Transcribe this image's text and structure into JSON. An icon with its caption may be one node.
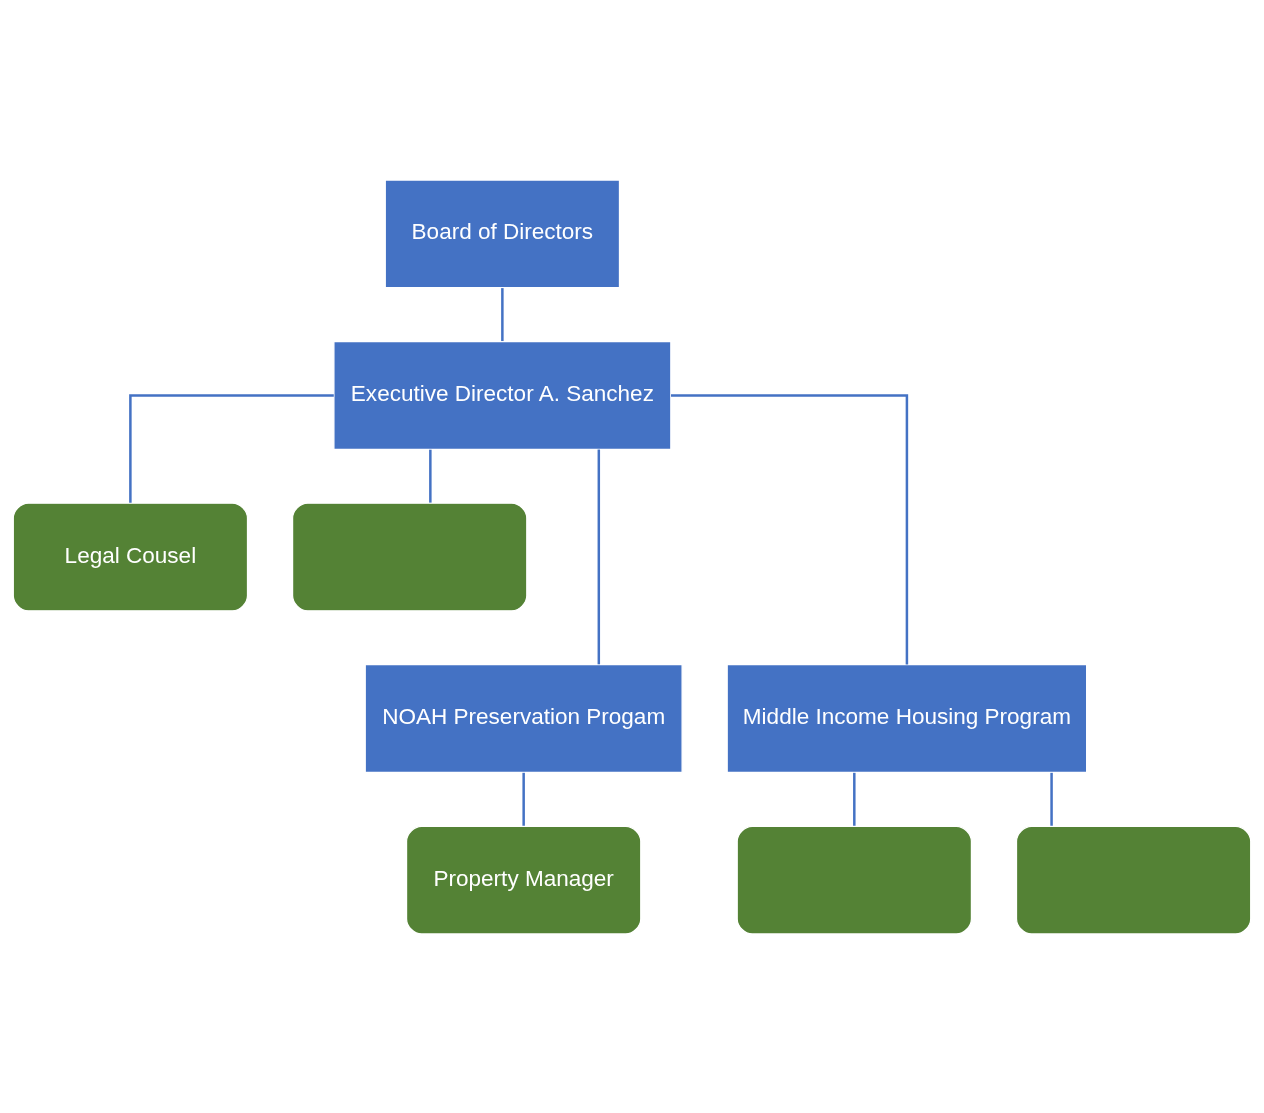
{
  "diagram": {
    "nodes": [
      {
        "text": [
          "Board of Directors"
        ]
      },
      {
        "text": [
          "Executive Director A. Sanchez"
        ]
      },
      {
        "text": [
          "Legal Cousel"
        ]
      },
      {
        "text": [],
        "shape": "box"
      },
      {
        "text": [
          "NOAH Preservation Progam"
        ]
      },
      {
        "text": [
          "Middle Income Housing Program"
        ]
      },
      {
        "text": [
          "Property Manager"
        ]
      },
      {
        "text": [],
        "shape": "box"
      },
      {
        "text": [],
        "shape": "box"
      }
    ],
    "edges": [
      {
        "from": 0,
        "to": 1,
        "arrow": "none"
      },
      {
        "from": 1,
        "to": 2,
        "arrow": "none"
      },
      {
        "from": 1,
        "to": 3,
        "arrow": "none"
      },
      {
        "from": 1,
        "to": 4,
        "arrow": "none"
      },
      {
        "from": 1,
        "to": 5,
        "arrow": "none"
      },
      {
        "from": 4,
        "to": 6,
        "arrow": "none"
      },
      {
        "from": 5,
        "to": 7,
        "arrow": "none"
      },
      {
        "from": 5,
        "to": 8,
        "arrow": "none"
      }
    ]
  }
}
